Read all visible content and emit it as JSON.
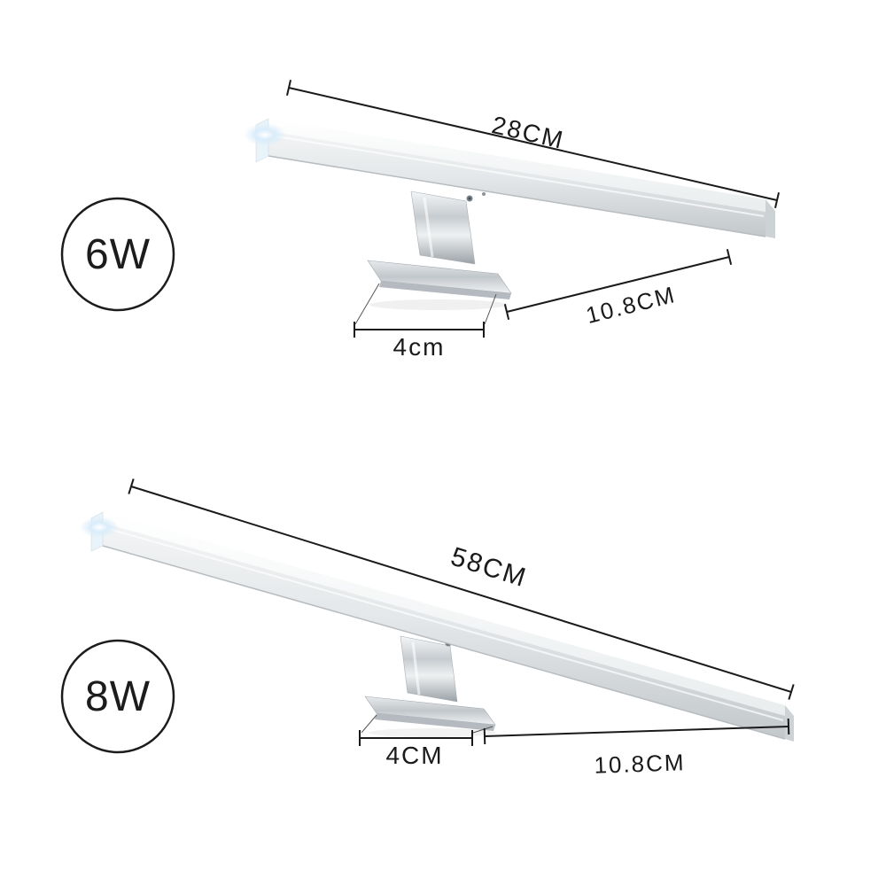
{
  "products": [
    {
      "id": "6w",
      "wattage_label": "6W",
      "dimensions": {
        "length": "28CM",
        "depth": "10.8CM",
        "bracket_width": "4cm"
      }
    },
    {
      "id": "8w",
      "wattage_label": "8W",
      "dimensions": {
        "length": "58CM",
        "depth": "10.8CM",
        "bracket_width": "4CM"
      }
    }
  ],
  "colors": {
    "background": "#ffffff",
    "dimension_line": "#1a1a1a",
    "text": "#1a1a1a",
    "led_glow": "#d8ecfa",
    "metal_light": "#f2f4f5",
    "metal_dark": "#c3c8cb",
    "chrome_dark": "#9aa1a6"
  }
}
